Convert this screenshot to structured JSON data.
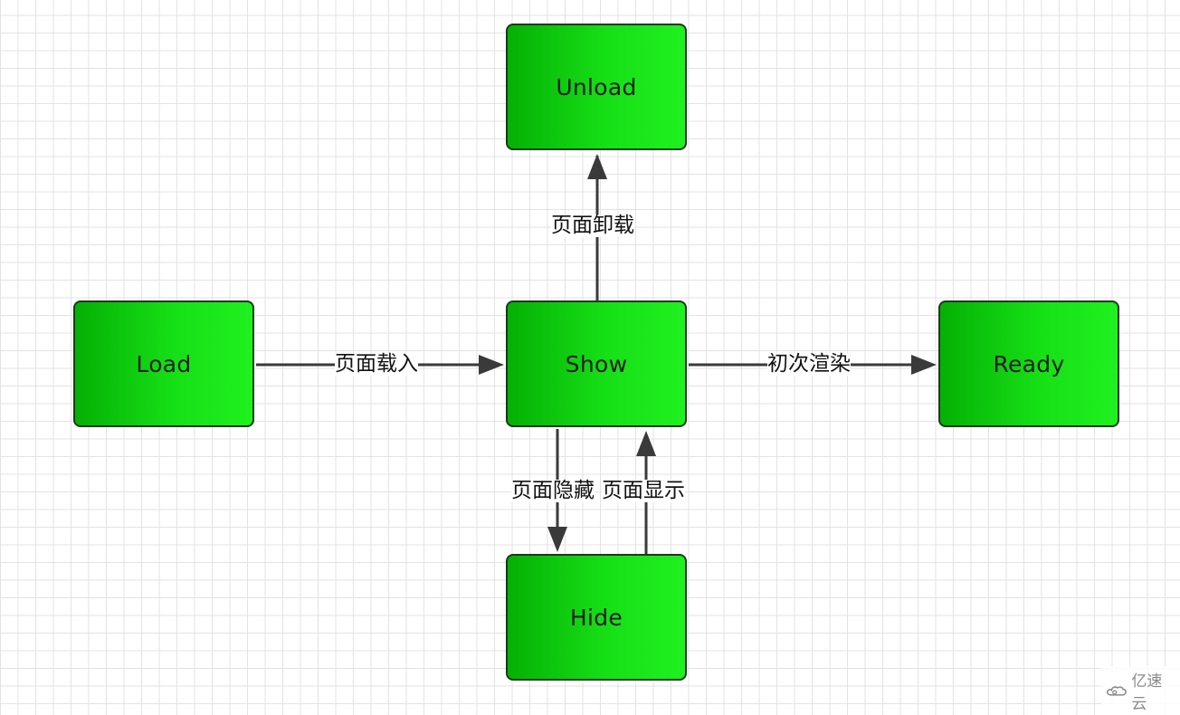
{
  "nodes": {
    "unload": "Unload",
    "load": "Load",
    "show": "Show",
    "ready": "Ready",
    "hide": "Hide"
  },
  "edges": {
    "show_to_unload": "页面卸载",
    "load_to_show": "页面载入",
    "show_to_ready": "初次渲染",
    "show_to_hide": "页面隐藏",
    "hide_to_show": "页面显示"
  },
  "watermark": {
    "text": "亿速云",
    "icon": "cloud-logo-icon"
  },
  "colors": {
    "node_fill_dark": "#05b005",
    "node_fill_light": "#1ff01f",
    "node_border": "#1a3a1a",
    "edge": "#3a3a3a",
    "grid": "#e3e3e3"
  }
}
